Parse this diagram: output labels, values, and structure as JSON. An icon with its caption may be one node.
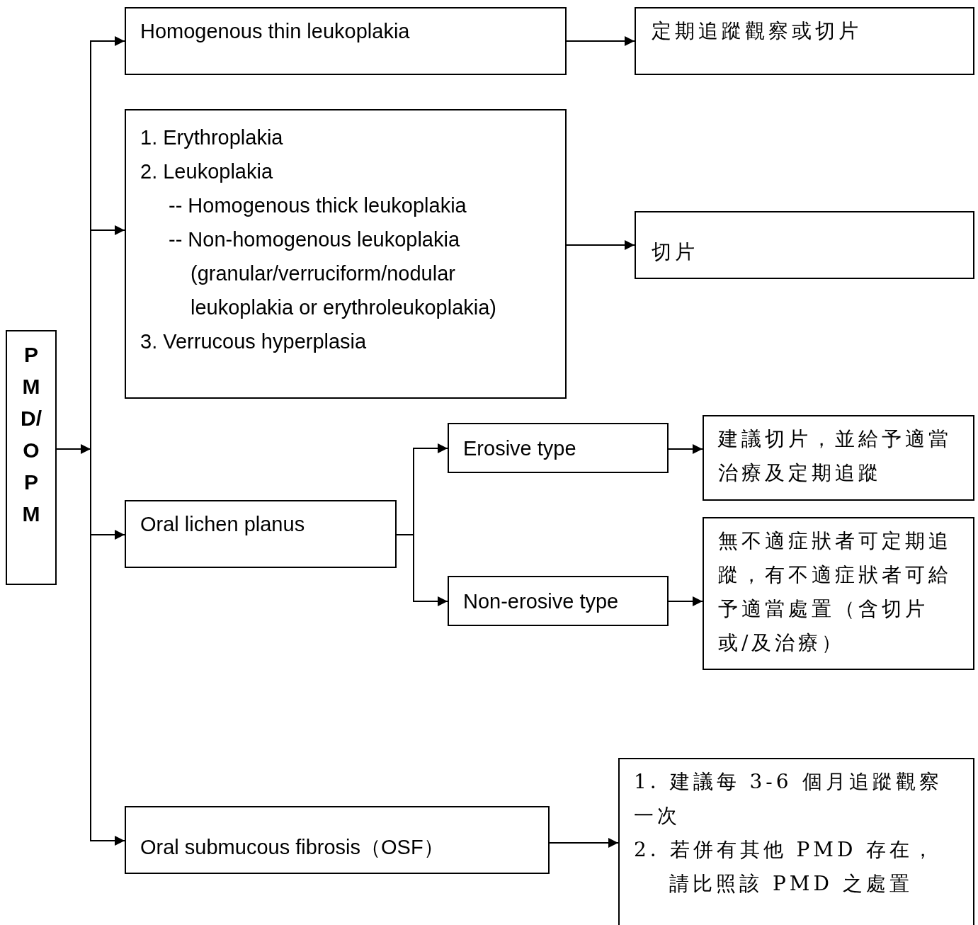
{
  "diagram": {
    "nodes": [
      {
        "text": [
          "PMD/OPM"
        ]
      },
      {
        "text": [
          "Homogenous thin leukoplakia"
        ]
      },
      {
        "text": [
          "定期追蹤觀察或切片"
        ]
      },
      {
        "text": [
          "1. Erythroplakia",
          "2. Leukoplakia",
          "-- Homogenous thick leukoplakia",
          "-- Non-homogenous leukoplakia (granular/verruciform/nodular leukoplakia or erythroleukoplakia)",
          "3. Verrucous hyperplasia"
        ]
      },
      {
        "text": [
          "切片"
        ]
      },
      {
        "text": [
          "Oral lichen planus"
        ]
      },
      {
        "text": [
          "Erosive type"
        ]
      },
      {
        "text": [
          "Non-erosive type"
        ]
      },
      {
        "text": [
          "建議切片，並給予適當治療及定期追蹤"
        ]
      },
      {
        "text": [
          "無不適症狀者可定期追蹤，有不適症狀者可給予適當處置（含切片或/及治療）"
        ]
      },
      {
        "text": [
          "Oral submucous fibrosis（OSF）"
        ]
      },
      {
        "text": [
          "1. 建議每 3-6 個月追蹤觀察一次",
          "2. 若併有其他 PMD 存在，請比照該 PMD 之處置"
        ]
      }
    ],
    "edges": [
      {
        "from": 0,
        "to": 1,
        "arrow": "to"
      },
      {
        "from": 0,
        "to": 3,
        "arrow": "to"
      },
      {
        "from": 0,
        "to": 5,
        "arrow": "to"
      },
      {
        "from": 0,
        "to": 10,
        "arrow": "to"
      },
      {
        "from": 1,
        "to": 2,
        "arrow": "to"
      },
      {
        "from": 3,
        "to": 4,
        "arrow": "to"
      },
      {
        "from": 5,
        "to": 6,
        "arrow": "to"
      },
      {
        "from": 5,
        "to": 7,
        "arrow": "to"
      },
      {
        "from": 6,
        "to": 8,
        "arrow": "to"
      },
      {
        "from": 7,
        "to": 9,
        "arrow": "to"
      },
      {
        "from": 10,
        "to": 11,
        "arrow": "to"
      }
    ]
  }
}
